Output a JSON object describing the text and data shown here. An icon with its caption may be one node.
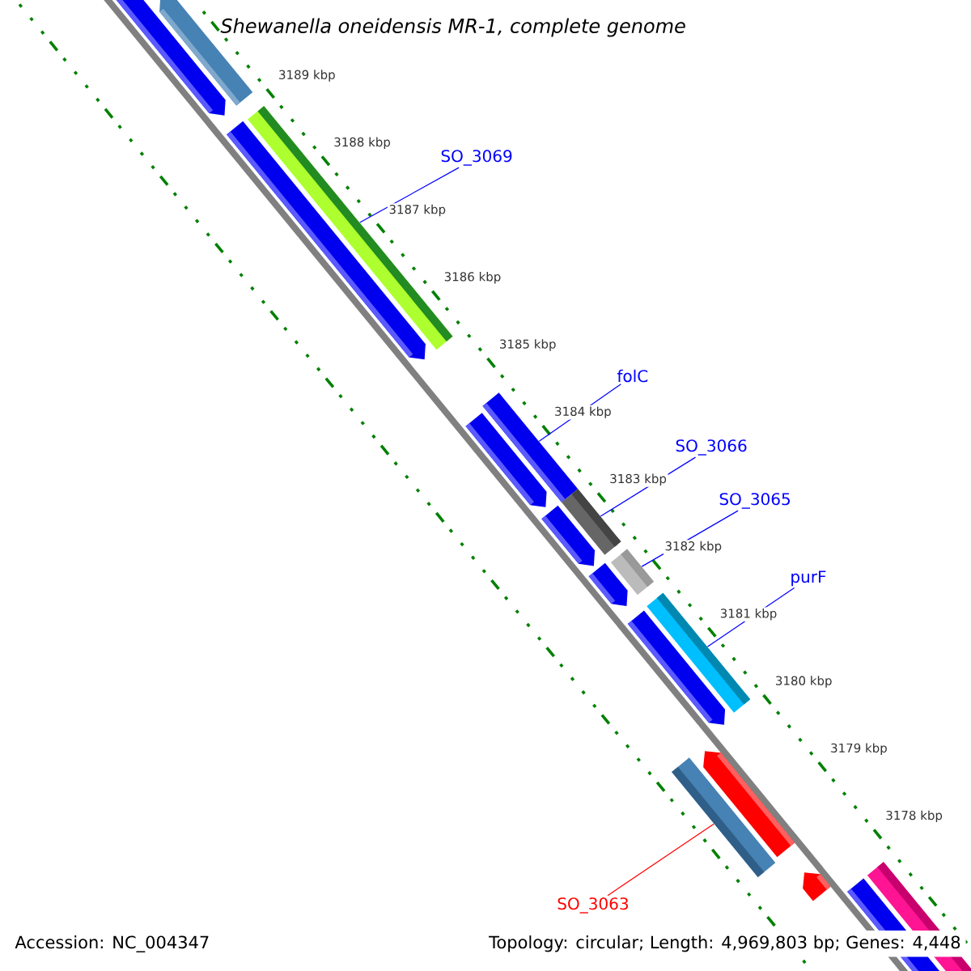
{
  "diagram": {
    "title": "*Shewanella oneidensis* MR-1, complete genome",
    "nodes": [
      {
        "text": [
          "SO_3069"
        ]
      },
      {
        "text": [],
        "shape": "bar"
      },
      {
        "text": [
          "folC"
        ]
      },
      {
        "text": [],
        "shape": "bar"
      },
      {
        "text": [
          "SO_3066"
        ]
      },
      {
        "text": [],
        "shape": "bar"
      },
      {
        "text": [
          "SO_3065"
        ]
      },
      {
        "text": [],
        "shape": "bar"
      },
      {
        "text": [
          "purF"
        ]
      },
      {
        "text": [],
        "shape": "bar"
      },
      {
        "text": [
          "SO_3063"
        ]
      },
      {
        "text": [],
        "shape": "bar"
      },
      {
        "text": [],
        "shape": "bar"
      },
      {
        "text": [],
        "shape": "bar"
      },
      {
        "text": [],
        "shape": "bar"
      },
      {
        "text": [],
        "shape": "bar"
      },
      {
        "text": [],
        "shape": "bar"
      },
      {
        "text": [],
        "shape": "bar"
      },
      {
        "text": [],
        "shape": "bar"
      },
      {
        "text": [],
        "shape": "bar"
      },
      {
        "text": [],
        "shape": "bar"
      },
      {
        "text": [],
        "shape": "bar"
      },
      {
        "text": [],
        "shape": "bar"
      }
    ],
    "edges": [
      {
        "from": 0,
        "to": 1,
        "arrow": "none"
      },
      {
        "from": 2,
        "to": 3,
        "arrow": "none"
      },
      {
        "from": 4,
        "to": 5,
        "arrow": "none"
      },
      {
        "from": 6,
        "to": 7,
        "arrow": "none"
      },
      {
        "from": 8,
        "to": 9,
        "arrow": "none"
      },
      {
        "from": 10,
        "to": 11,
        "arrow": "none",
        "color": "#ff0000"
      }
    ],
    "labels": [
      "3189 kbp",
      "3188 kbp",
      "3187 kbp",
      "3186 kbp",
      "3185 kbp",
      "3184 kbp",
      "3183 kbp",
      "3182 kbp",
      "3181 kbp",
      "3180 kbp",
      "3179 kbp",
      "3178 kbp",
      "Accession: NC_004347",
      "Topology: circular; Length: 4,969,803 bp; Genes: 4,448"
    ]
  }
}
